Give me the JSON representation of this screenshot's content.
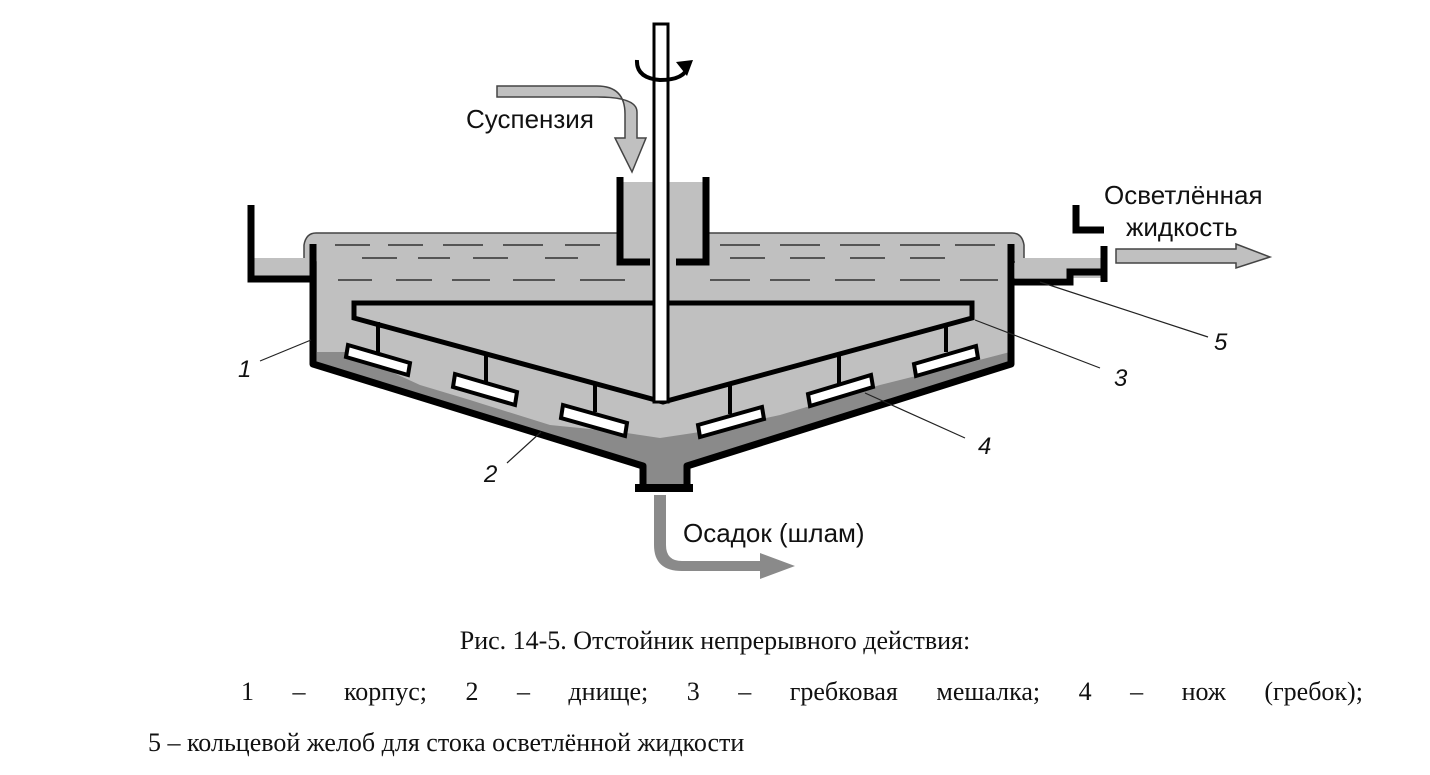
{
  "diagram": {
    "title": "Отстойник непрерывного действия",
    "flows": {
      "inlet": "Суспензия",
      "outlet_line1": "Осветлённая",
      "outlet_line2": "жидкость",
      "sludge": "Осадок (шлам)"
    },
    "callouts": [
      "1",
      "2",
      "3",
      "4",
      "5"
    ],
    "icons": {
      "rotation": "rotation-arrow-icon",
      "inlet_arrow": "arrow-down-icon",
      "outlet_arrow": "arrow-right-icon",
      "sludge_arrow": "arrow-right-icon"
    },
    "colors": {
      "liquid": "#c0c0c0",
      "sludge": "#8a8a8a",
      "wall": "#000000",
      "blade": "#ffffff"
    }
  },
  "caption": {
    "title": "Рис. 14-5. Отстойник непрерывного действия:",
    "legend_line1": [
      "1",
      "–",
      "корпус;",
      "2",
      "–",
      "днище;",
      "3",
      "–",
      "гребковая",
      "мешалка;",
      "4",
      "–",
      "нож",
      "(гребок);"
    ],
    "legend_line2": "5 – кольцевой желоб для стока осветлённой жидкости"
  }
}
